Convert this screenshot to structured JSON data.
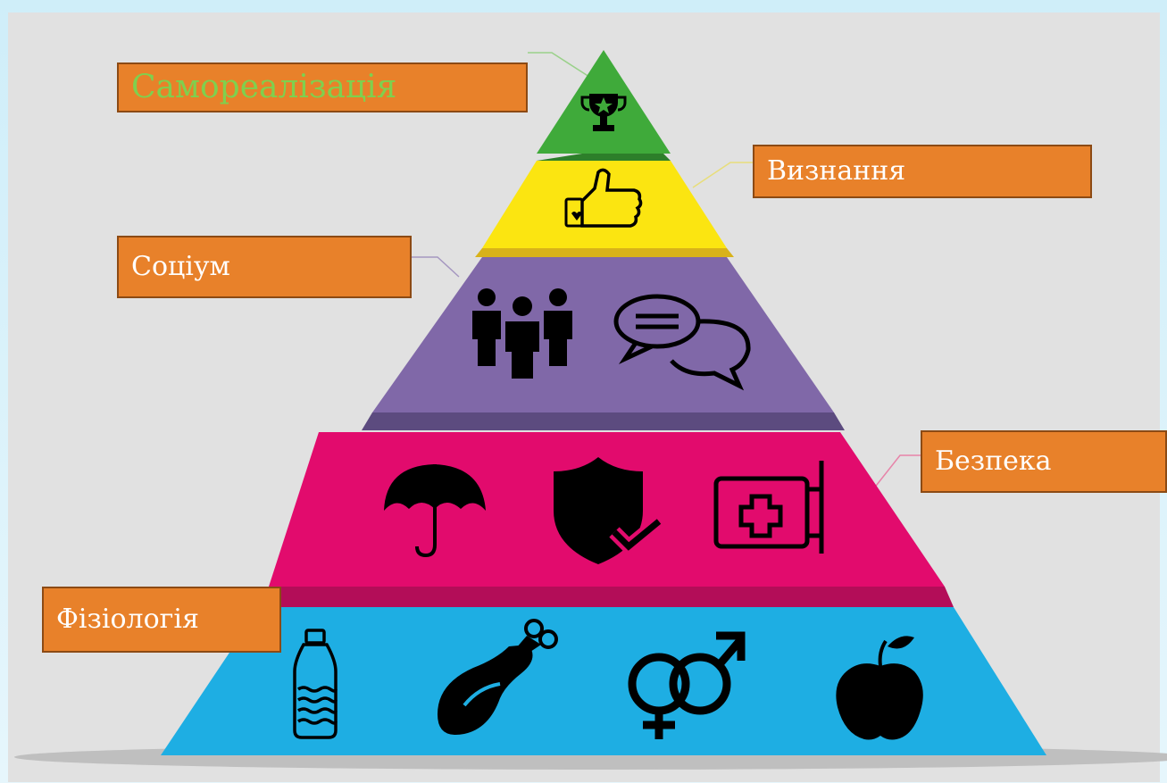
{
  "levels": {
    "self_actualization": {
      "label": "Самореалізація",
      "color": "#3faa3a",
      "icons": [
        "trophy-icon"
      ]
    },
    "esteem": {
      "label": "Визнання",
      "color": "#fbe511",
      "icons": [
        "thumbs-up-icon"
      ]
    },
    "social": {
      "label": "Соціум",
      "color": "#8068a8",
      "icons": [
        "people-icon",
        "chat-bubbles-icon"
      ]
    },
    "safety": {
      "label": "Безпека",
      "color": "#e20b6d",
      "icons": [
        "umbrella-icon",
        "shield-check-icon",
        "hospital-sign-icon"
      ]
    },
    "physiology": {
      "label": "Фізіологія",
      "color": "#1eaee3",
      "icons": [
        "water-bottle-icon",
        "chicken-leg-icon",
        "gender-symbols-icon",
        "apple-icon"
      ]
    }
  },
  "colors": {
    "background": "#e1e1e1",
    "label_box": "#e8812a",
    "label_text": "#ffffff",
    "self_label_text": "#7fd04e"
  }
}
